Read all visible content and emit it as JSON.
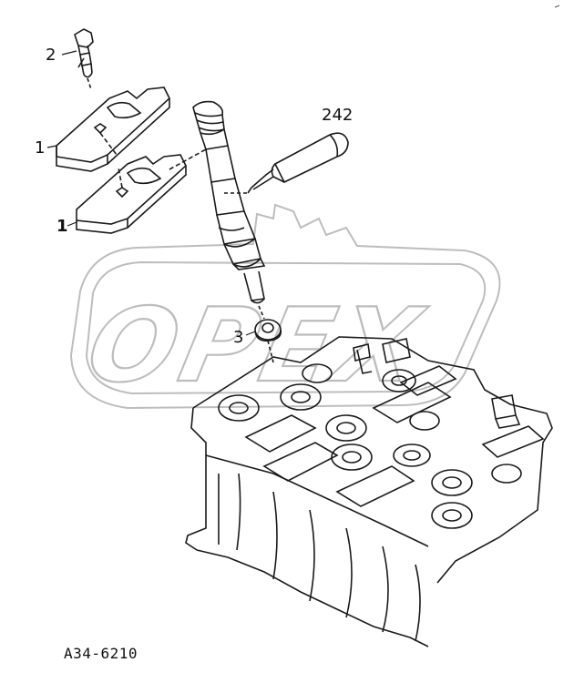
{
  "watermark": {
    "text": "OPEX",
    "color": "#b8b8b8"
  },
  "callouts": {
    "c1": "2",
    "c2": "1",
    "c3": "1",
    "c4": "242",
    "c5": "3"
  },
  "reference_code": "A34-6210",
  "colors": {
    "line": "#1a1a1a",
    "watermark": "#c4c4c4"
  }
}
